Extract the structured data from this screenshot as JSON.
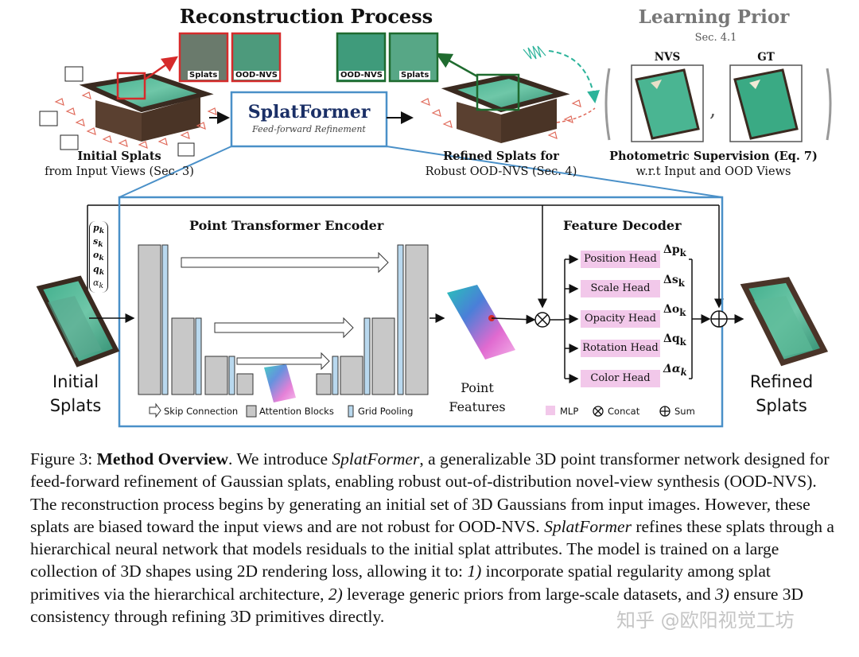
{
  "top": {
    "reconstruction_title": "Reconstruction Process",
    "learning_prior_title": "Learning Prior",
    "learning_prior_sec": "Sec. 4.1",
    "initial_splats_line1": "Initial Splats",
    "initial_splats_line2": "from Input Views (Sec. 3)",
    "splats_label": "Splats",
    "ood_nvs_label": "OOD-NVS",
    "splatformer_title": "SplatFormer",
    "splatformer_sub": "Feed-forward Refinement",
    "refined_line1": "Refined Splats for",
    "refined_line2": "Robust OOD-NVS (Sec. 4)",
    "nvs_label": "NVS",
    "gt_label": "GT",
    "photometric_line1": "Photometric Supervision (Eq. 7)",
    "photometric_line2": "w.r.t Input and OOD Views"
  },
  "bottom": {
    "encoder_title": "Point Transformer Encoder",
    "decoder_title": "Feature Decoder",
    "initial_label_1": "Initial",
    "initial_label_2": "Splats",
    "point_label_1": "Point",
    "point_label_2": "Features",
    "refined_label_1": "Refined",
    "refined_label_2": "Splats",
    "heads": [
      {
        "name": "Position Head",
        "delta": "Δp"
      },
      {
        "name": "Scale Head",
        "delta": "Δs"
      },
      {
        "name": "Opacity Head",
        "delta": "Δo"
      },
      {
        "name": "Rotation Head",
        "delta": "Δq"
      },
      {
        "name": "Color Head",
        "delta": "Δα"
      }
    ],
    "legend": {
      "skip": "Skip Connection",
      "attention": "Attention Blocks",
      "grid": "Grid Pooling",
      "mlp": "MLP",
      "concat": "Concat",
      "sum": "Sum"
    }
  },
  "caption": {
    "fig_label": "Figure 3:",
    "bold": "Method Overview",
    "p1": ". We introduce ",
    "em1": "SplatFormer",
    "p2": ", a generalizable 3D point transformer network designed for feed-forward refinement of Gaussian splats, enabling robust out-of-distribution novel-view synthesis (OOD-NVS). The reconstruction process begins by generating an initial set of 3D Gaussians from input images. However, these splats are biased toward the input views and are not robust for OOD-NVS. ",
    "em2": "SplatFormer",
    "p3": " refines these splats through a hierarchical neural network that models residuals to the initial splat attributes. The model is trained on a large collection of 3D shapes using 2D rendering loss, allowing it to: ",
    "em3": "1)",
    "p4": " incorporate spatial regularity among splat primitives via the hierarchical architecture, ",
    "em4": "2)",
    "p5": " leverage generic priors from large-scale datasets, and ",
    "em5": "3)",
    "p6": " ensure 3D consistency through refining 3D primitives directly."
  },
  "watermark": "知乎 @欧阳视觉工坊",
  "colors": {
    "blue_box": "#4a90c8",
    "red": "#d62b2b",
    "green": "#1f6b2f",
    "teal": "#2cb39a",
    "mlp_pink": "#f2c8ea"
  }
}
